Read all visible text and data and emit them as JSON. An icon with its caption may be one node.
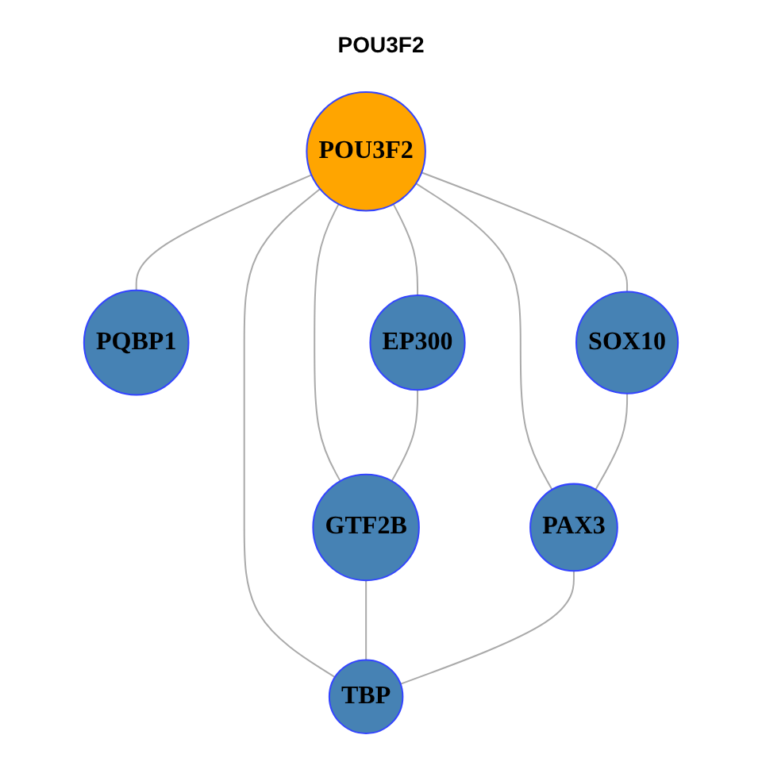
{
  "diagram": {
    "title": "POU3F2",
    "nodes": [
      {
        "text": [
          "POU3F2"
        ]
      },
      {
        "text": [
          "PQBP1"
        ]
      },
      {
        "text": [
          "EP300"
        ]
      },
      {
        "text": [
          "GTF2B"
        ]
      },
      {
        "text": [
          "SOX10"
        ]
      },
      {
        "text": [
          "PAX3"
        ]
      },
      {
        "text": [
          "TBP"
        ]
      }
    ],
    "edges": [
      {
        "from": 0,
        "to": 1,
        "arrow": "none"
      },
      {
        "from": 0,
        "to": 2,
        "arrow": "none"
      },
      {
        "from": 0,
        "to": 3,
        "arrow": "none"
      },
      {
        "from": 0,
        "to": 4,
        "arrow": "none"
      },
      {
        "from": 0,
        "to": 5,
        "arrow": "none"
      },
      {
        "from": 0,
        "to": 6,
        "arrow": "none"
      },
      {
        "from": 2,
        "to": 3,
        "arrow": "none"
      },
      {
        "from": 3,
        "to": 6,
        "arrow": "none"
      },
      {
        "from": 4,
        "to": 5,
        "arrow": "none"
      },
      {
        "from": 5,
        "to": 6,
        "arrow": "none"
      }
    ]
  }
}
